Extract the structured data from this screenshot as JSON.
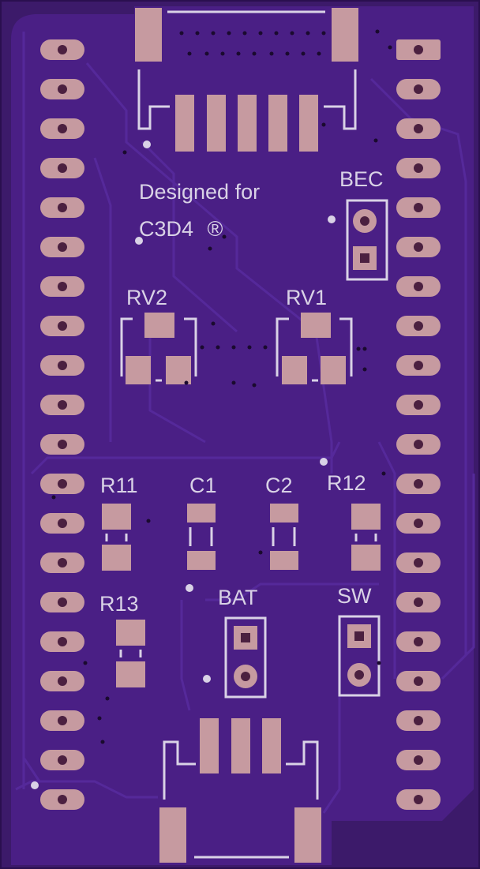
{
  "board": {
    "designed_for_line1": "Designed for",
    "designed_for_line2": "C3D4",
    "registered_mark": "®",
    "bg_color": "#3c1a6a",
    "copper_color": "#4a1f85",
    "silk_color": "#d9d2e6",
    "pad_color": "#c69aa0",
    "hole_color": "#4b2040",
    "left_header_pins": 20,
    "right_header_pins": 20
  },
  "labels": {
    "bec": "BEC",
    "rv2": "RV2",
    "rv1": "RV1",
    "r11": "R11",
    "c1": "C1",
    "c2": "C2",
    "r12": "R12",
    "r13": "R13",
    "bat": "BAT",
    "sw": "SW"
  }
}
